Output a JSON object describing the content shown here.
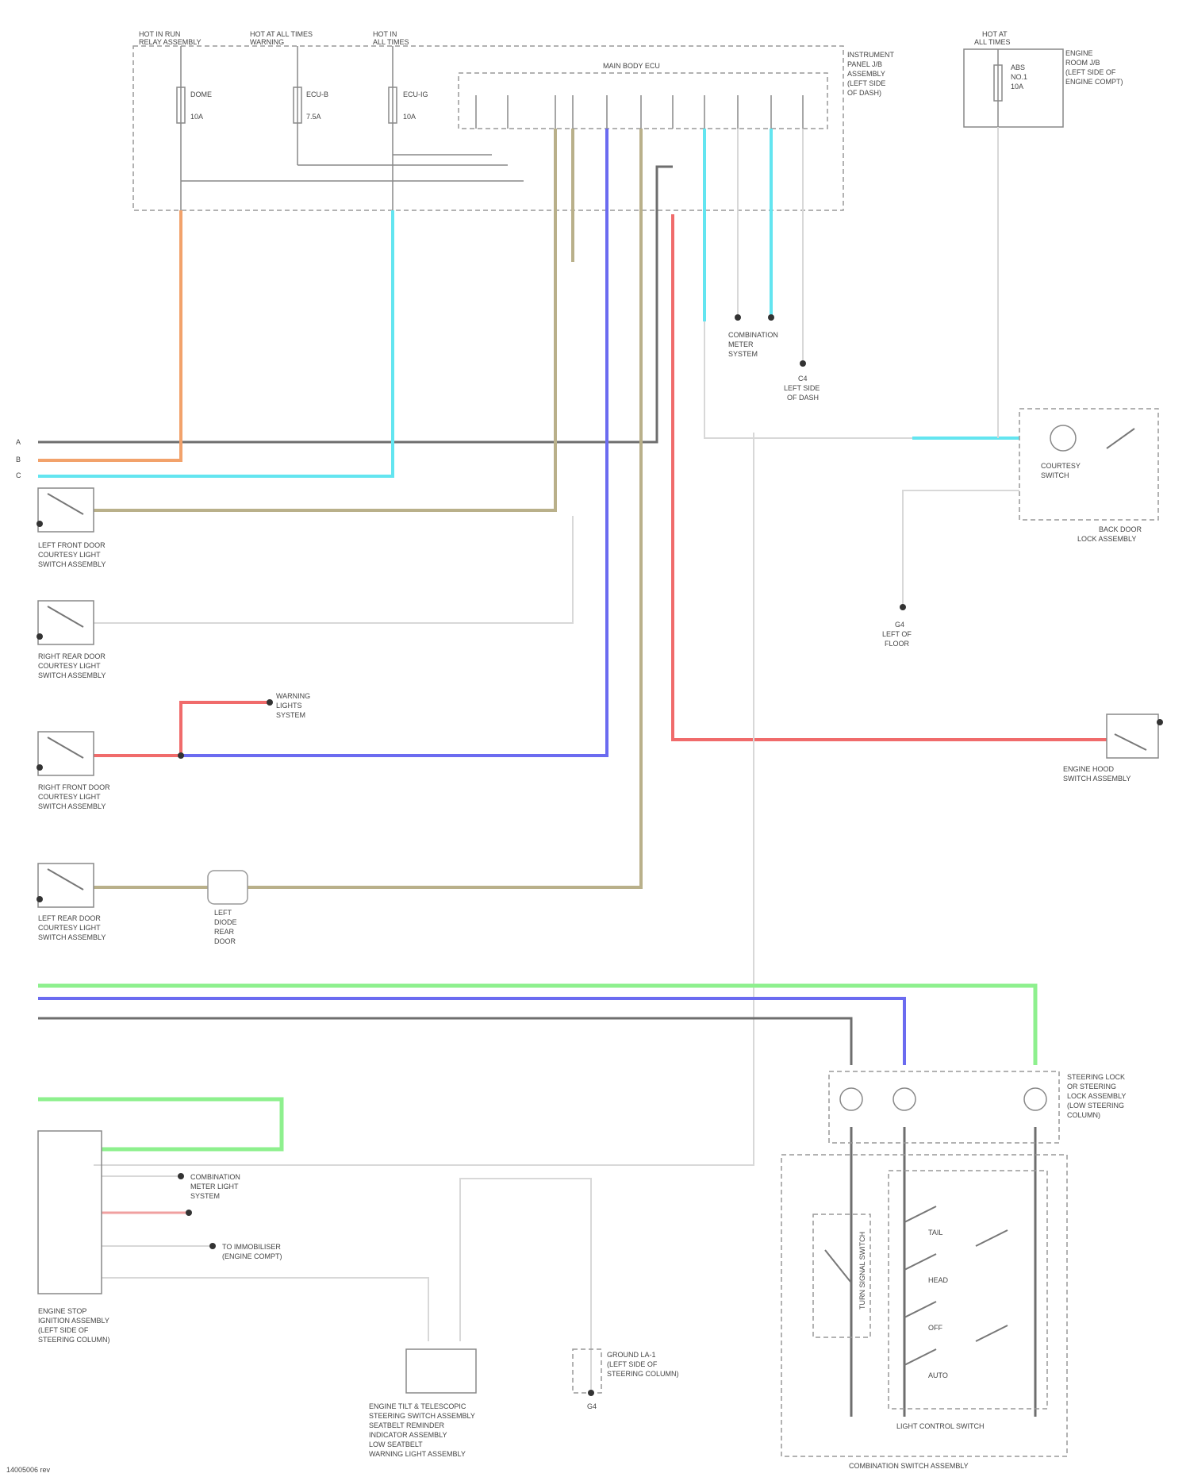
{
  "footnote": "14005006 rev",
  "colors": {
    "orange": "#f2a26b",
    "cyan": "#63e5f0",
    "tan": "#b9b08a",
    "blue": "#6b6bf0",
    "red": "#f06b6b",
    "green": "#8ef08e",
    "gray": "#9a9a9a"
  },
  "top_fuses": {
    "fuse1_hdr": "HOT IN RUN",
    "fuse1_sub": "RELAY ASSEMBLY",
    "fuse1_a": "DOME",
    "fuse1_b": "10A",
    "fuse2_hdr": "HOT AT ALL TIMES",
    "fuse2_sub": "WARNING",
    "fuse2_a": "ECU-B",
    "fuse2_b": "7.5A",
    "fuse3_hdr": "HOT IN",
    "fuse3_sub": "ALL TIMES",
    "fuse3_a": "ECU-IG",
    "fuse3_b": "10A"
  },
  "main_body_ecu": {
    "title": "MAIN BODY ECU",
    "side_label_1": "INSTRUMENT",
    "side_label_2": "PANEL J/B",
    "side_label_3": "ASSEMBLY",
    "side_label_4": "(LEFT SIDE",
    "side_label_5": "OF DASH)"
  },
  "right_fuse": {
    "hdr": "HOT AT",
    "sub": "ALL TIMES",
    "a": "ABS",
    "b": "NO.1",
    "c": "10A",
    "side_1": "ENGINE",
    "side_2": "ROOM J/B",
    "side_3": "(LEFT SIDE OF",
    "side_4": "ENGINE COMPT)"
  },
  "connectors": {
    "combo_ecu": "COMBINATION",
    "combo_ecu_2": "METER",
    "combo_ecu_3": "SYSTEM",
    "right_g": "C4",
    "right_g2": "LEFT SIDE",
    "right_g3": "OF DASH",
    "left_edge_a": "A",
    "left_edge_b": "B",
    "left_edge_c": "C"
  },
  "switches": {
    "lf_door": "LEFT FRONT DOOR",
    "lf_door_2": "COURTESY LIGHT",
    "lf_door_3": "SWITCH ASSEMBLY",
    "rr_door": "RIGHT REAR DOOR",
    "rr_door_2": "COURTESY LIGHT",
    "rr_door_3": "SWITCH ASSEMBLY",
    "rf_door": "RIGHT FRONT DOOR",
    "rf_door_2": "COURTESY LIGHT",
    "rf_door_3": "SWITCH ASSEMBLY",
    "lr_door": "LEFT REAR DOOR",
    "lr_door_2": "COURTESY LIGHT",
    "lr_door_3": "SWITCH ASSEMBLY",
    "washer": "ENGINE HOOD",
    "washer_2": "SWITCH ASSEMBLY",
    "warning_sys": "WARNING",
    "warning_sys_2": "LIGHTS",
    "warning_sys_3": "SYSTEM"
  },
  "right_components": {
    "horn": "COURTESY",
    "horn_2": "SWITCH",
    "horn_box": "BACK DOOR",
    "horn_box_2": "LOCK ASSEMBLY",
    "ground": "G4",
    "ground_2": "LEFT OF",
    "ground_3": "FLOOR"
  },
  "lr_diode": {
    "l1": "LEFT",
    "l2": "DIODE",
    "l3": "REAR",
    "l4": "DOOR"
  },
  "bottom": {
    "cluster_1": "STEERING LOCK",
    "cluster_2": "OR STEERING",
    "cluster_3": "LOCK ASSEMBLY",
    "cluster_4": "(LOW STEERING",
    "cluster_5": "COLUMN)",
    "ecu_left_1": "ENGINE STOP",
    "ecu_left_2": "IGNITION ASSEMBLY",
    "ecu_left_3": "(LEFT SIDE OF",
    "ecu_left_4": "STEERING COLUMN)",
    "meter_1": "COMBINATION",
    "meter_2": "METER LIGHT",
    "meter_3": "SYSTEM",
    "immo_1": "TO IMMOBILISER",
    "immo_2": "(ENGINE COMPT)",
    "mid_1": "ENGINE TILT & TELESCOPIC",
    "mid_2": "STEERING SWITCH ASSEMBLY",
    "mid_3": "SEATBELT REMINDER",
    "mid_4": "INDICATOR ASSEMBLY",
    "mid_5": "LOW SEATBELT",
    "mid_6": "WARNING LIGHT ASSEMBLY",
    "ground_1": "GROUND LA-1",
    "ground_2": "(LEFT SIDE OF",
    "ground_3": "STEERING COLUMN)",
    "ground_4": "G4",
    "combo_sw_1": "COMBINATION SWITCH ASSEMBLY",
    "combo_sw_2": "TURN SIGNAL SWITCH",
    "combo_sw_3": "LIGHT CONTROL SWITCH",
    "combo_sw_4": "TAIL",
    "combo_sw_5": "HEAD",
    "combo_sw_6": "OFF",
    "combo_sw_7": "AUTO"
  }
}
